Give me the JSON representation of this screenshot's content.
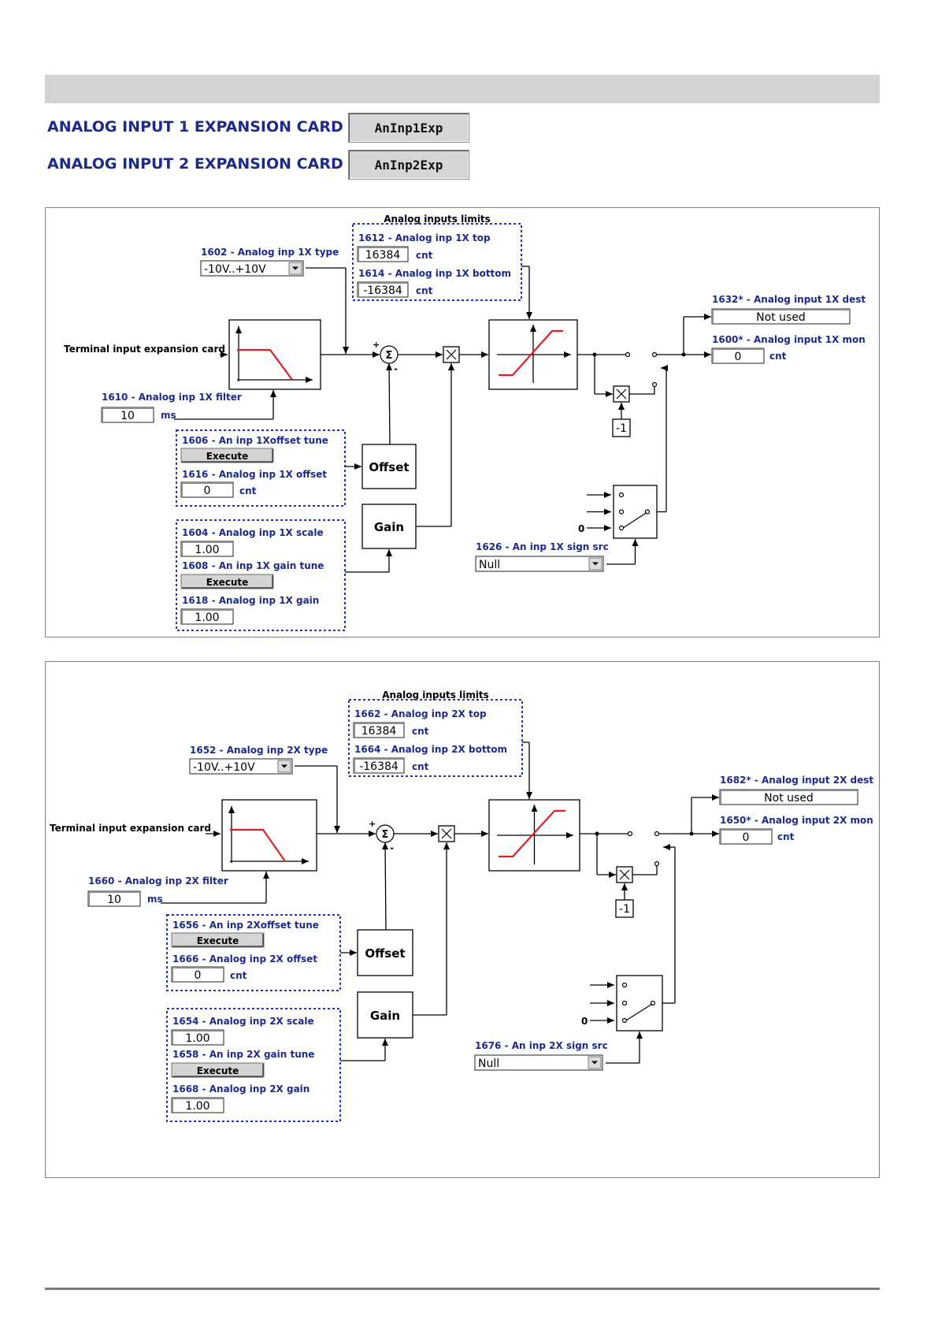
{
  "sections": [
    {
      "title": "ANALOG INPUT 1 EXPANSION CARD",
      "button": "AnInp1Exp"
    },
    {
      "title": "ANALOG INPUT 2 EXPANSION CARD",
      "button": "AnInp2Exp"
    }
  ],
  "panels": [
    {
      "limits_title": "Analog inputs limits",
      "top_label": "1612 - Analog inp 1X top",
      "top_value": "16384",
      "bottom_label": "1614 - Analog inp 1X bottom",
      "bottom_value": "-16384",
      "unit_cnt": "cnt",
      "unit_ms": "ms",
      "type_label": "1602 - Analog inp 1X type",
      "type_value": "-10V..+10V",
      "terminal_label": "Terminal input expansion card",
      "filter_label": "1610 - Analog inp 1X filter",
      "filter_value": "10",
      "offset_tune_label": "1606 - An inp 1Xoffset tune",
      "execute": "Execute",
      "offset_label": "1616 - Analog inp 1X offset",
      "offset_value": "0",
      "scale_label": "1604 - Analog inp 1X scale",
      "scale_value": "1.00",
      "gain_tune_label": "1608 - An inp 1X gain tune",
      "gain_label": "1618 - Analog inp 1X gain",
      "gain_value": "1.00",
      "offset_block": "Offset",
      "gain_block": "Gain",
      "dest_label": "1632* - Analog input 1X dest",
      "dest_value": "Not used",
      "mon_label": "1600* - Analog input 1X mon",
      "mon_value": "0",
      "neg_one": "-1",
      "zero": "0",
      "sign_label": "1626 - An inp 1X sign src",
      "sign_value": "Null",
      "plus": "+",
      "minus": "-",
      "sigma": "Σ"
    },
    {
      "limits_title": "Analog inputs limits",
      "top_label": "1662 - Analog inp 2X top",
      "top_value": "16384",
      "bottom_label": "1664 - Analog inp 2X bottom",
      "bottom_value": "-16384",
      "unit_cnt": "cnt",
      "unit_ms": "ms",
      "type_label": "1652 - Analog inp 2X type",
      "type_value": "-10V..+10V",
      "terminal_label": "Terminal input expansion card",
      "filter_label": "1660 - Analog inp 2X filter",
      "filter_value": "10",
      "offset_tune_label": "1656 - An inp 2Xoffset tune",
      "execute": "Execute",
      "offset_label": "1666 - Analog inp 2X offset",
      "offset_value": "0",
      "scale_label": "1654 - Analog inp 2X scale",
      "scale_value": "1.00",
      "gain_tune_label": "1658 - An inp 2X gain tune",
      "gain_label": "1668 - Analog inp 2X gain",
      "gain_value": "1.00",
      "offset_block": "Offset",
      "gain_block": "Gain",
      "dest_label": "1682* - Analog input 2X dest",
      "dest_value": "Not used",
      "mon_label": "1650* - Analog input 2X mon",
      "mon_value": "0",
      "neg_one": "-1",
      "zero": "0",
      "sign_label": "1676 - An inp 2X sign src",
      "sign_value": "Null",
      "plus": "+",
      "minus": "-",
      "sigma": "Σ"
    }
  ],
  "colors": {
    "label_blue": "#1c2a8c",
    "dotted_blue": "#1f2fd0",
    "curve_red": "#e02020"
  }
}
